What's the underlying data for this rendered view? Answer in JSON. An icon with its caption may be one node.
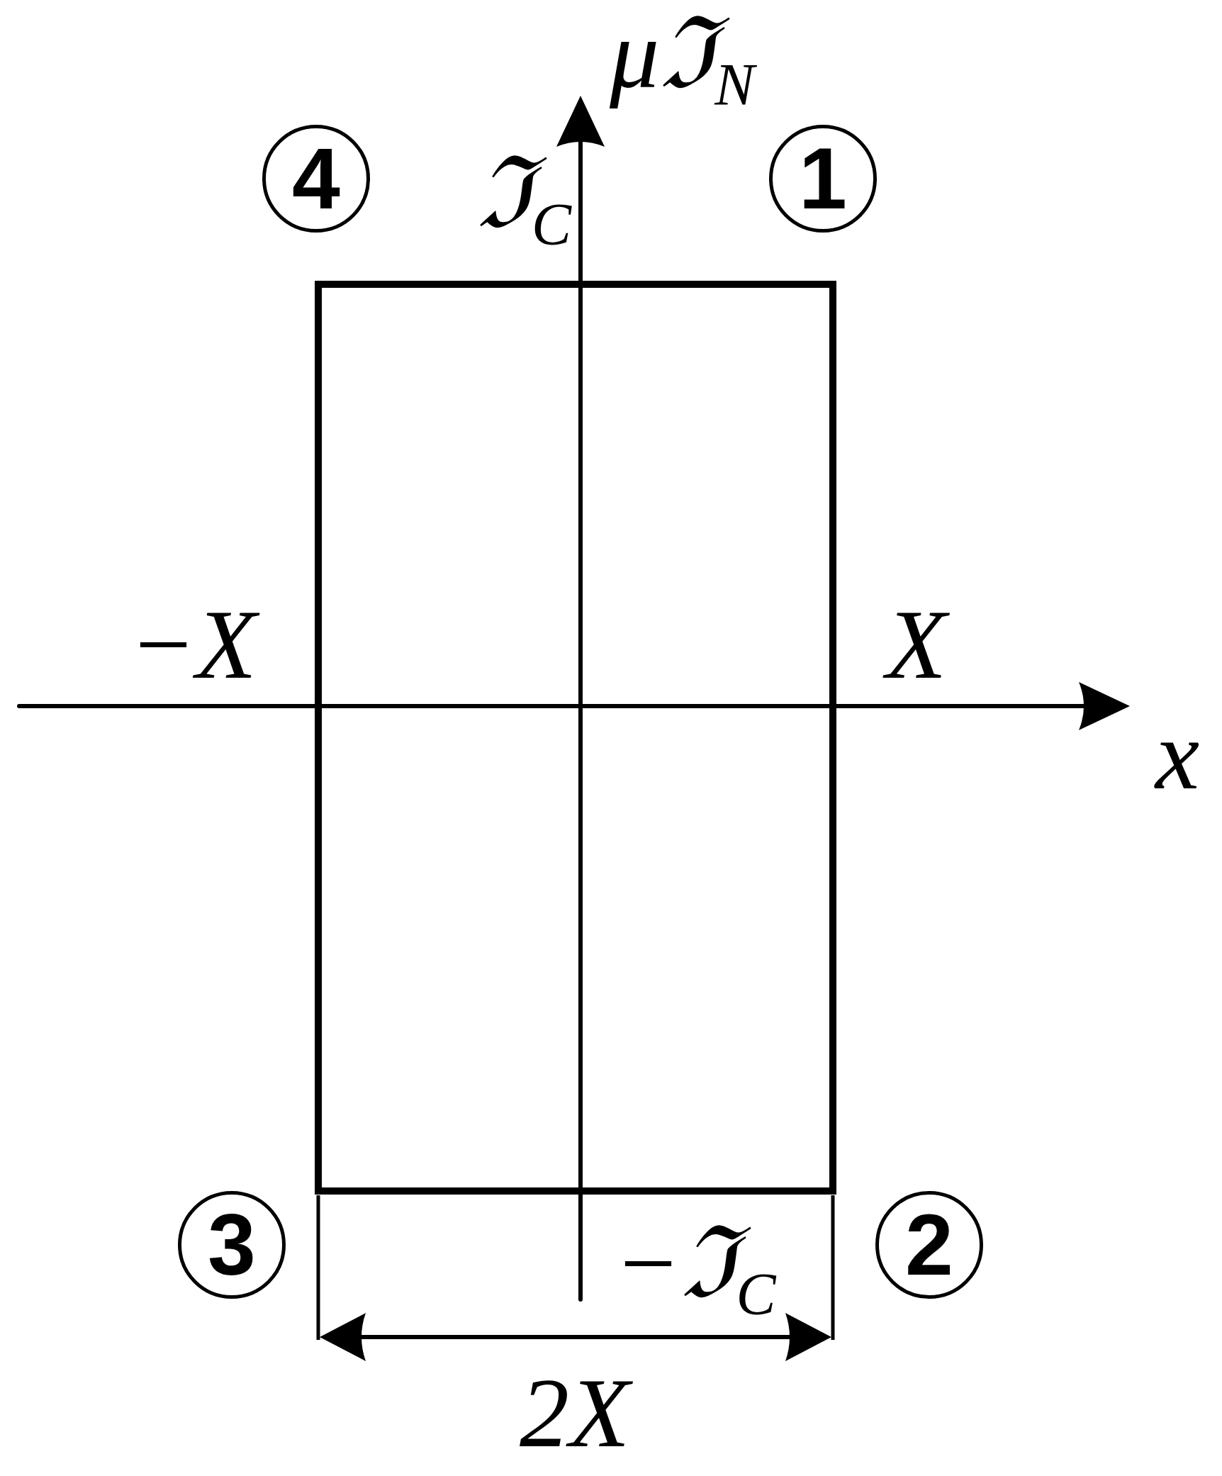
{
  "diagram": {
    "nodes": [
      {
        "text": [
          "4"
        ]
      },
      {
        "text": [
          "1"
        ]
      },
      {
        "text": [],
        "shape": "box"
      },
      {
        "text": [
          "3"
        ]
      },
      {
        "text": [
          "2"
        ]
      }
    ],
    "edges": [],
    "labels": [
      "μℑ$_{N}$",
      "ℑ$_{C}$",
      "−X",
      "X",
      "x",
      "−ℑ$_{C}$",
      "2X"
    ]
  }
}
